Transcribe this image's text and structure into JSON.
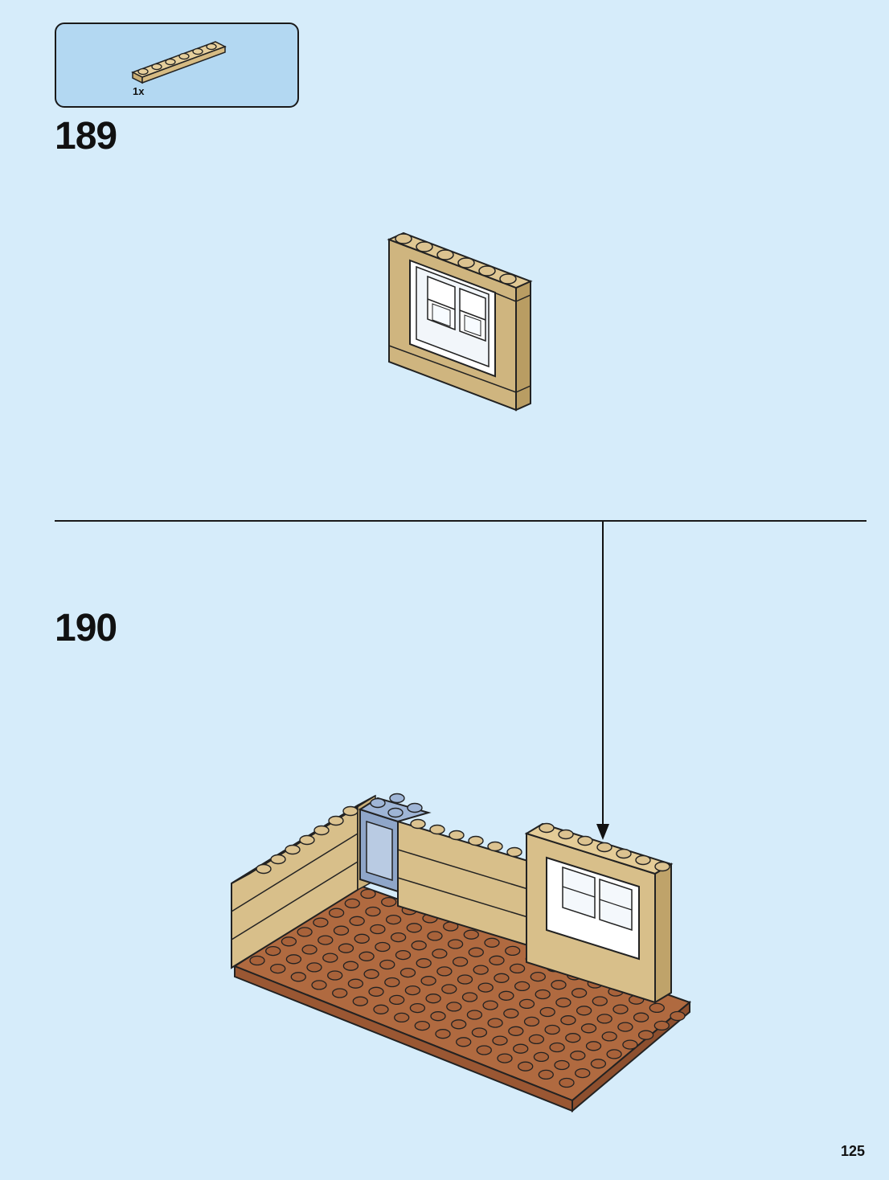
{
  "parts_box": {
    "quantity": "1x",
    "part_name": "tan-plate-1x6"
  },
  "steps": [
    {
      "number": "189"
    },
    {
      "number": "190"
    }
  ],
  "page_number": "125",
  "colors": {
    "background": "#d6ecfa",
    "parts_box": "#b3d8f2",
    "tan": "#d9c08c",
    "brown": "#b46a3f",
    "sand_blue": "#8fa6c9"
  }
}
